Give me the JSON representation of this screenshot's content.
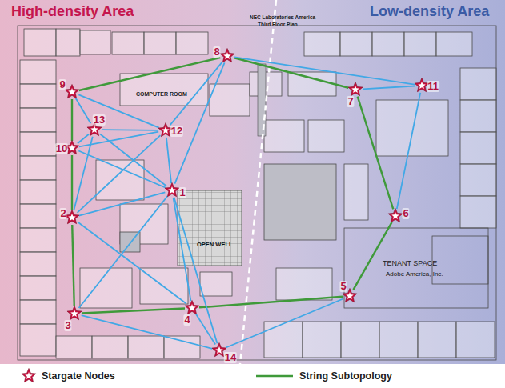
{
  "diagram": {
    "nodes": [
      {
        "text": [
          "1"
        ]
      },
      {
        "text": [
          "2"
        ]
      },
      {
        "text": [
          "3"
        ]
      },
      {
        "text": [
          "4"
        ]
      },
      {
        "text": [
          "5"
        ]
      },
      {
        "text": [
          "6"
        ]
      },
      {
        "text": [
          "7"
        ]
      },
      {
        "text": [
          "8"
        ]
      },
      {
        "text": [
          "9"
        ]
      },
      {
        "text": [
          "10"
        ]
      },
      {
        "text": [
          "11"
        ]
      },
      {
        "text": [
          "12"
        ]
      },
      {
        "text": [
          "13"
        ]
      },
      {
        "text": [
          "14"
        ]
      }
    ],
    "edges": [
      {
        "from": 7,
        "to": 8,
        "arrow": "none"
      },
      {
        "from": 8,
        "to": 9,
        "arrow": "none"
      },
      {
        "from": 9,
        "to": 1,
        "arrow": "none"
      },
      {
        "from": 1,
        "to": 2,
        "arrow": "none"
      },
      {
        "from": 2,
        "to": 3,
        "arrow": "none"
      },
      {
        "from": 3,
        "to": 4,
        "arrow": "none"
      },
      {
        "from": 4,
        "to": 5,
        "arrow": "none"
      },
      {
        "from": 5,
        "to": 6,
        "arrow": "none"
      },
      {
        "from": 6,
        "to": 7,
        "arrow": "none"
      },
      {
        "from": 8,
        "to": 12,
        "arrow": "none"
      },
      {
        "from": 8,
        "to": 11,
        "arrow": "none"
      },
      {
        "from": 7,
        "to": 11,
        "arrow": "none"
      },
      {
        "from": 7,
        "to": 0,
        "arrow": "none"
      },
      {
        "from": 7,
        "to": 10,
        "arrow": "none"
      },
      {
        "from": 6,
        "to": 10,
        "arrow": "none"
      },
      {
        "from": 10,
        "to": 5,
        "arrow": "none"
      },
      {
        "from": 12,
        "to": 11,
        "arrow": "none"
      },
      {
        "from": 12,
        "to": 0,
        "arrow": "none"
      },
      {
        "from": 12,
        "to": 1,
        "arrow": "none"
      },
      {
        "from": 9,
        "to": 12,
        "arrow": "none"
      },
      {
        "from": 9,
        "to": 11,
        "arrow": "none"
      },
      {
        "from": 9,
        "to": 0,
        "arrow": "none"
      },
      {
        "from": 11,
        "to": 0,
        "arrow": "none"
      },
      {
        "from": 11,
        "to": 1,
        "arrow": "none"
      },
      {
        "from": 1,
        "to": 0,
        "arrow": "none"
      },
      {
        "from": 1,
        "to": 3,
        "arrow": "none"
      },
      {
        "from": 2,
        "to": 0,
        "arrow": "none"
      },
      {
        "from": 0,
        "to": 3,
        "arrow": "none"
      },
      {
        "from": 0,
        "to": 13,
        "arrow": "none"
      },
      {
        "from": 2,
        "to": 13,
        "arrow": "none"
      },
      {
        "from": 3,
        "to": 13,
        "arrow": "none"
      },
      {
        "from": 4,
        "to": 13,
        "arrow": "none"
      }
    ],
    "labels": [
      "High-density Area",
      "Low-density Area",
      "NEC Laboratories America",
      "Third Floor Plan",
      "COMPUTER ROOM",
      "OPEN WELL",
      "TENANT SPACE",
      "Adobe America, Inc."
    ],
    "legend": [
      {
        "text": "Stargate Nodes"
      },
      {
        "text": "String Subtopology"
      }
    ]
  }
}
